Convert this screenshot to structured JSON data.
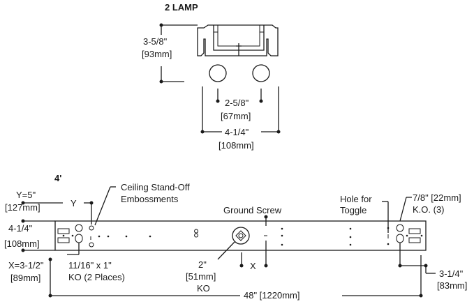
{
  "labels": {
    "two_lamp": "2 LAMP",
    "four_ft": "4'",
    "height_in": "3-5/8\"",
    "height_mm": "[93mm]",
    "lamp_spacing_in": "2-5/8\"",
    "lamp_spacing_mm": "[67mm]",
    "width_in": "4-1/4\"",
    "width_mm": "[108mm]",
    "ceiling_standoff_1": "Ceiling Stand-Off",
    "ceiling_standoff_2": "Embossments",
    "ground_screw": "Ground Screw",
    "hole_toggle_1": "Hole for",
    "hole_toggle_2": "Toggle",
    "ko_large_1": "7/8\" [22mm]",
    "ko_large_2": "K.O. (3)",
    "y_eq": "Y=5\"",
    "y_mm": "[127mm]",
    "y": "Y",
    "side_width_in": "4-1/4\"",
    "side_width_mm": "[108mm]",
    "x_eq": "X=3-1/2\"",
    "x_mm": "[89mm]",
    "ko_small_1": "11/16\" x 1\"",
    "ko_small_2": "KO (2 Places)",
    "ko_two_in": "2\"",
    "ko_two_mm": "[51mm]",
    "ko_two_ko": "KO",
    "x": "X",
    "end_in": "3-1/4\"",
    "end_mm": "[83mm]",
    "length": "48\" [1220mm]"
  }
}
